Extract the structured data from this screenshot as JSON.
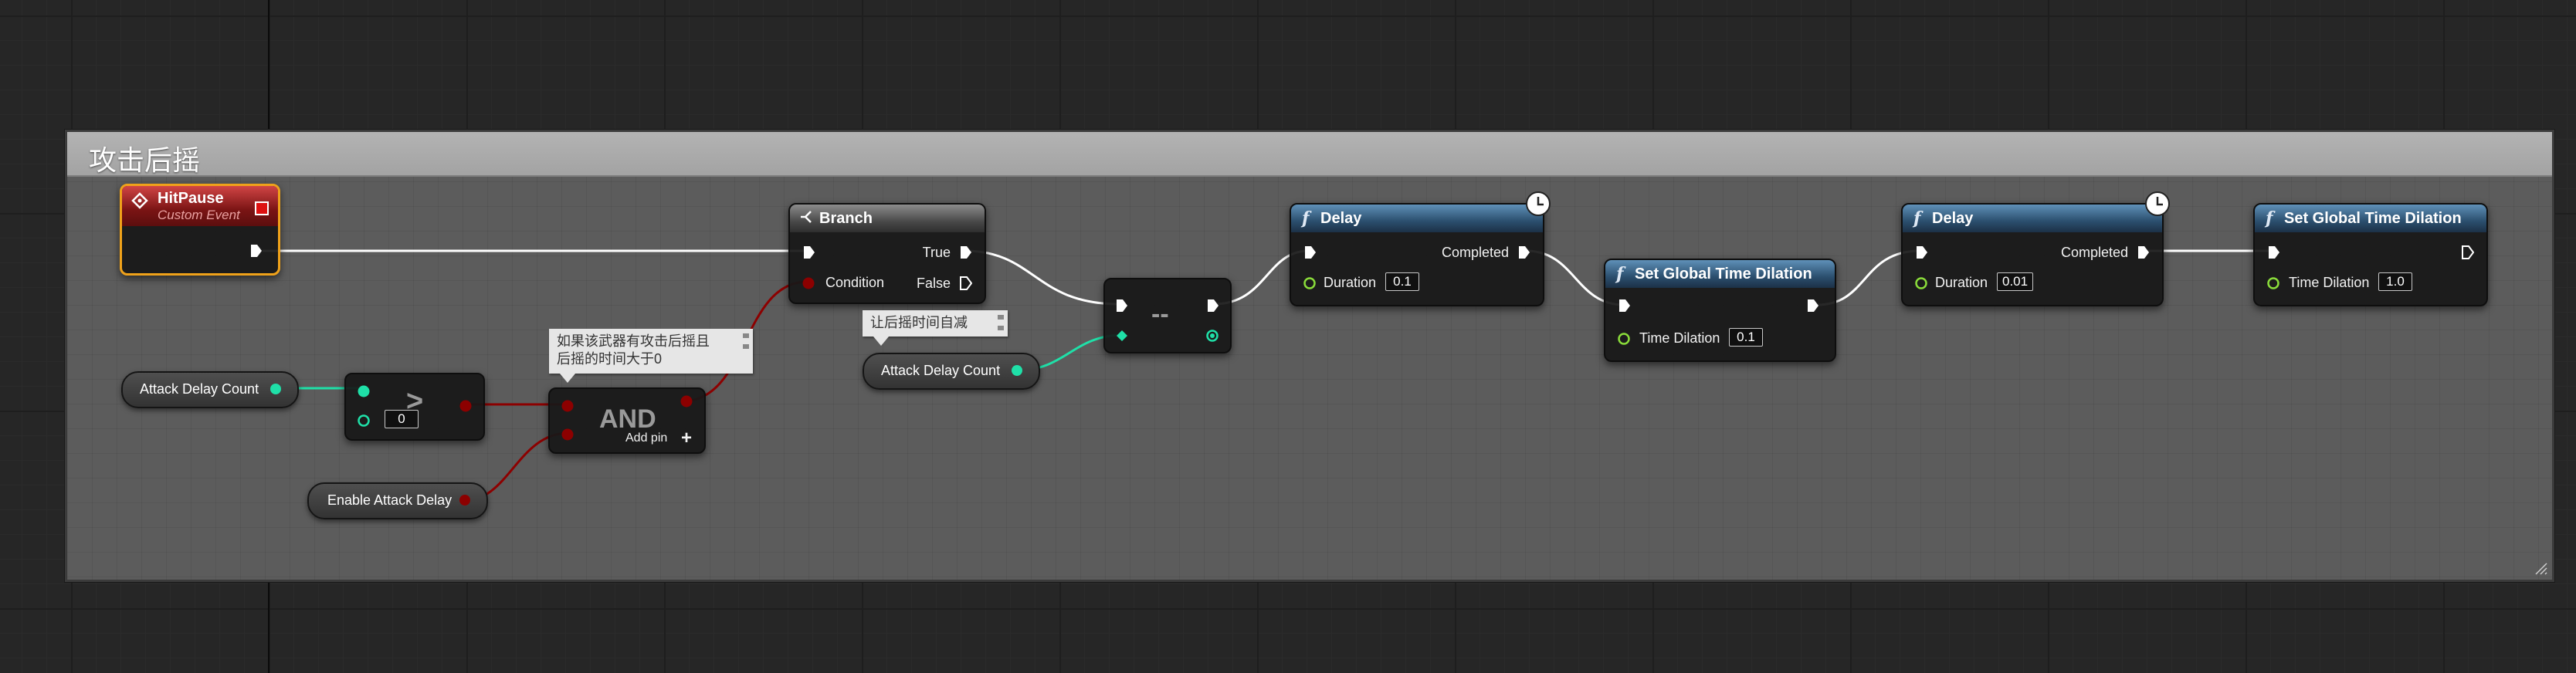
{
  "comment": {
    "title": "攻击后摇"
  },
  "event_node": {
    "title": "HitPause",
    "subtitle": "Custom Event"
  },
  "variables": {
    "attack_delay_count_1": "Attack Delay Count",
    "enable_attack_delay": "Enable Attack Delay",
    "attack_delay_count_2": "Attack Delay Count"
  },
  "compare_node": {
    "operator": ">",
    "b_value": "0"
  },
  "and_node": {
    "title": "AND",
    "add_pin": "Add pin",
    "add_pin_icon": "+"
  },
  "branch_node": {
    "title": "Branch",
    "condition": "Condition",
    "true_label": "True",
    "false_label": "False"
  },
  "decrement_node": {
    "operator": "--"
  },
  "delay_node_1": {
    "title": "Delay",
    "completed": "Completed",
    "duration_label": "Duration",
    "duration_value": "0.1"
  },
  "time_dilation_node_1": {
    "title": "Set Global Time Dilation",
    "param_label": "Time Dilation",
    "param_value": "0.1"
  },
  "delay_node_2": {
    "title": "Delay",
    "completed": "Completed",
    "duration_label": "Duration",
    "duration_value": "0.01"
  },
  "time_dilation_node_2": {
    "title": "Set Global Time Dilation",
    "param_label": "Time Dilation",
    "param_value": "1.0"
  },
  "comments": {
    "and_comment": {
      "line1": "如果该武器有攻击后摇且",
      "line2": "后摇的时间大于0"
    },
    "decrement_comment": {
      "text": "让后摇时间自减"
    }
  },
  "colors": {
    "exec_wire": "#ffffff",
    "bool_wire": "#8c0000",
    "int_wire": "#1fe0a8",
    "float_pin": "#8adc3a",
    "event_border": "#f0a21a",
    "event_header": "#b22222",
    "function_header": "#2b4f6e"
  },
  "icons": {
    "event": "event-diamond-icon",
    "branch": "branch-icon",
    "function": "function-icon",
    "latent": "clock-icon"
  }
}
